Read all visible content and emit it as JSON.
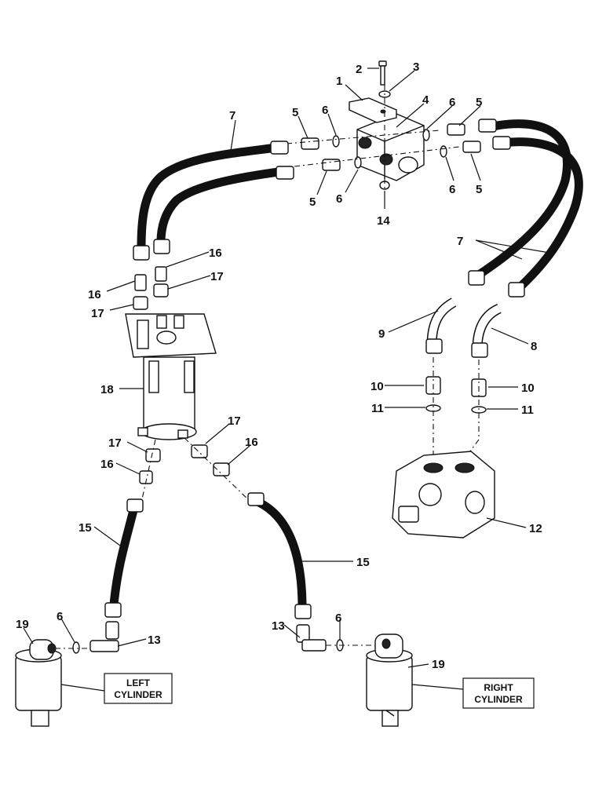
{
  "callouts": {
    "c1": "1",
    "c2": "2",
    "c3": "3",
    "c4": "4",
    "c5a": "5",
    "c5b": "5",
    "c5c": "5",
    "c5d": "5",
    "c6a": "6",
    "c6b": "6",
    "c6c": "6",
    "c6d": "6",
    "c6e": "6",
    "c6f": "6",
    "c7a": "7",
    "c7b": "7",
    "c8": "8",
    "c9": "9",
    "c10a": "10",
    "c10b": "10",
    "c11a": "11",
    "c11b": "11",
    "c12": "12",
    "c13a": "13",
    "c13b": "13",
    "c14": "14",
    "c15a": "15",
    "c15b": "15",
    "c16a": "16",
    "c16b": "16",
    "c16c": "16",
    "c16d": "16",
    "c17a": "17",
    "c17b": "17",
    "c17c": "17",
    "c17d": "17",
    "c18": "18",
    "c19a": "19",
    "c19b": "19"
  },
  "labels": {
    "left_cylinder": [
      "LEFT",
      "CYLINDER"
    ],
    "right_cylinder": [
      "RIGHT",
      "CYLINDER"
    ]
  }
}
